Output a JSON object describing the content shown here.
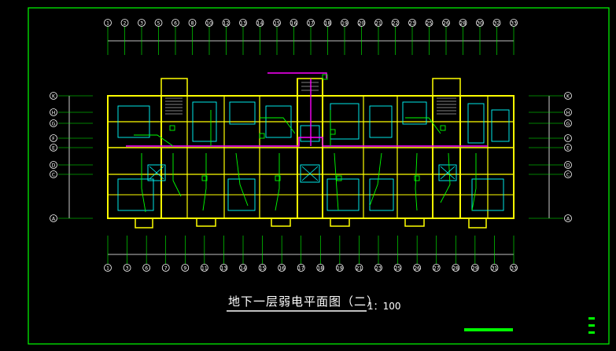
{
  "drawing": {
    "title": "地下一层弱电平面图（二）",
    "scale": "1：100",
    "colors": {
      "background": "#000000",
      "frame": "#00ff00",
      "walls": "#ffff00",
      "cable": "#ff00ff",
      "grid_axis": "#00ff00",
      "text": "#ffffff",
      "dimension": "#ffffff",
      "rooms": "#00ffff"
    },
    "top_axis_labels": [
      "1",
      "2",
      "3",
      "5",
      "6",
      "8",
      "10",
      "12",
      "13",
      "14",
      "15",
      "16",
      "17",
      "18",
      "19",
      "20",
      "21",
      "22",
      "23",
      "25",
      "26",
      "28",
      "30",
      "32",
      "33"
    ],
    "bottom_axis_labels": [
      "1",
      "3",
      "6",
      "7",
      "9",
      "11",
      "13",
      "14",
      "15",
      "16",
      "17",
      "18",
      "19",
      "21",
      "23",
      "25",
      "26",
      "27",
      "28",
      "29",
      "31",
      "33"
    ],
    "left_axis_labels": [
      "K",
      "H",
      "G",
      "F",
      "E",
      "D",
      "C",
      "A"
    ],
    "right_axis_labels": [
      "K",
      "H",
      "G",
      "F",
      "E",
      "D",
      "C",
      "A"
    ]
  }
}
